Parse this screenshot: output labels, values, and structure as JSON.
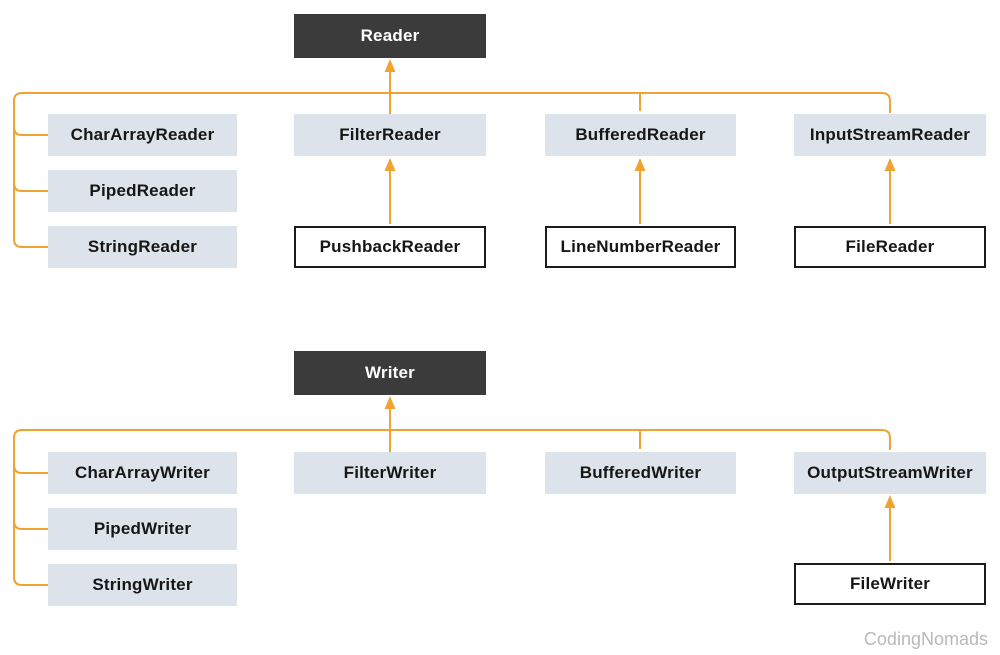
{
  "colors": {
    "accent": "#F0A330",
    "dark_box": "#3B3B3B",
    "dark_box_text": "#FFFFFF",
    "light_box": "#DCE3EA",
    "box_text": "#161616",
    "outlined_box_border": "#1B1B1B",
    "watermark": "#B9B9B9"
  },
  "reader_diagram": {
    "root_label": "Reader",
    "subclasses": {
      "char_array": "CharArrayReader",
      "piped": "PipedReader",
      "string": "StringReader",
      "filter": "FilterReader",
      "buffered": "BufferedReader",
      "input_stream": "InputStreamReader"
    },
    "subsubclasses": {
      "pushback": "PushbackReader",
      "line_number": "LineNumberReader",
      "file": "FileReader"
    }
  },
  "writer_diagram": {
    "root_label": "Writer",
    "subclasses": {
      "char_array": "CharArrayWriter",
      "piped": "PipedWriter",
      "string": "StringWriter",
      "filter": "FilterWriter",
      "buffered": "BufferedWriter",
      "output_stream": "OutputStreamWriter"
    },
    "subsubclasses": {
      "file": "FileWriter"
    }
  },
  "watermark_label": "CodingNomads"
}
